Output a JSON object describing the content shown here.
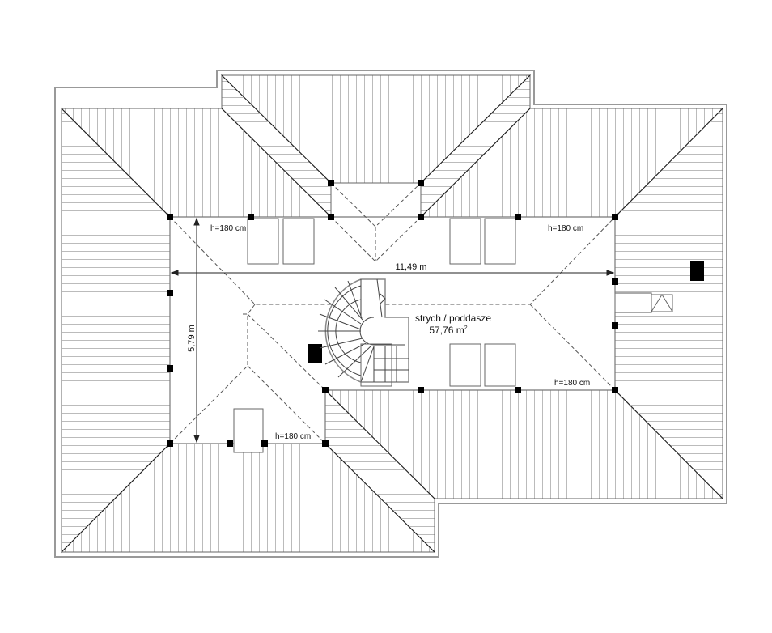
{
  "room": {
    "name": "strych / poddasze",
    "area": "57,76 m",
    "area_unit_sup": "2"
  },
  "dimensions": {
    "width": "11,49 m",
    "depth": "5,79 m"
  },
  "height_labels": [
    "h=180 cm",
    "h=180 cm",
    "h=180 cm",
    "h=180 cm"
  ],
  "colors": {
    "line": "#222222",
    "hatch": "#bbbbbb",
    "outline": "#999999",
    "post": "#000000"
  }
}
